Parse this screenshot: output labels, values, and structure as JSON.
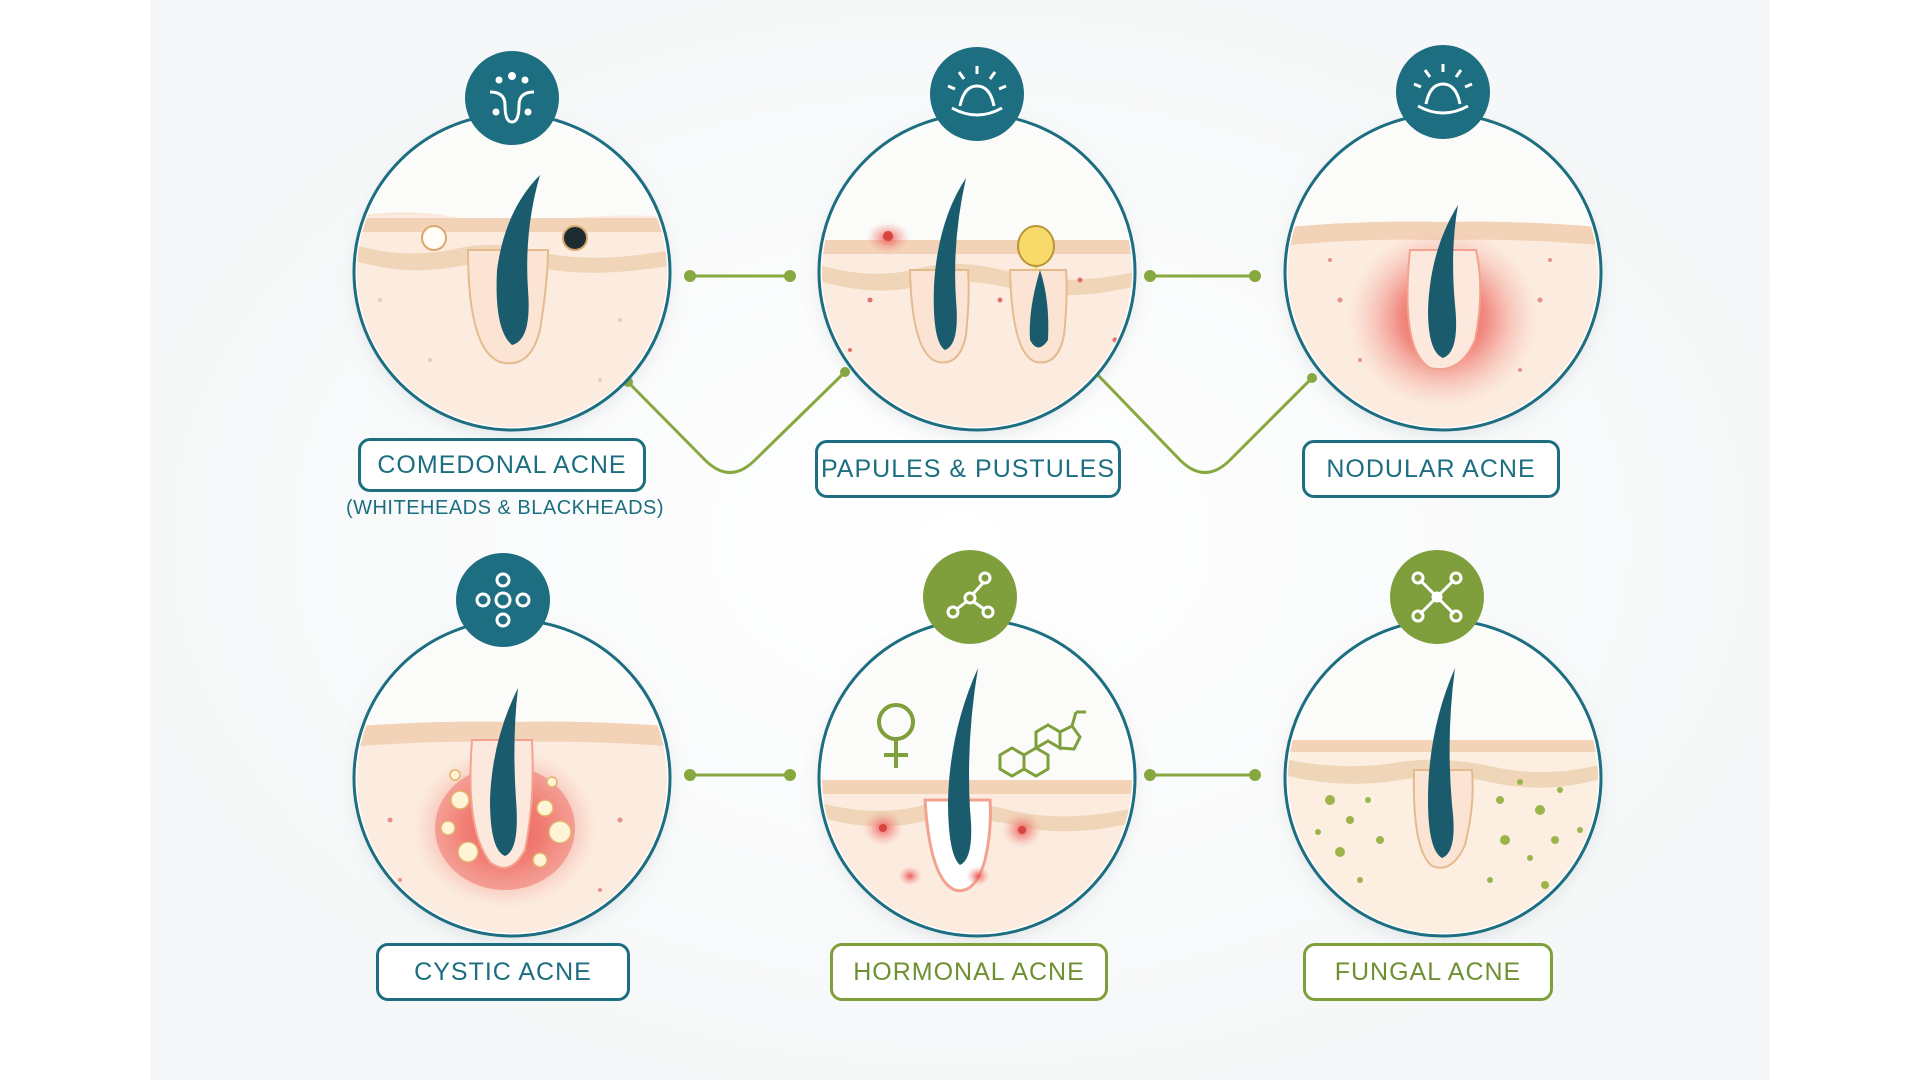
{
  "colors": {
    "teal": "#1c6e80",
    "green": "#7f9f3c",
    "skin": "#fbe9dc",
    "inflammation": "#e85a5a"
  },
  "types": [
    {
      "label": "COMEDONAL ACNE",
      "sublabel": "(WHITEHEADS & BLACKHEADS)",
      "icon": "pore-icon",
      "icon_color": "teal"
    },
    {
      "label": "PAPULES & PUSTULES",
      "icon": "inflamed-bump-icon",
      "icon_color": "teal"
    },
    {
      "label": "NODULAR ACNE",
      "icon": "inflamed-bump-icon",
      "icon_color": "teal"
    },
    {
      "label": "CYSTIC ACNE",
      "icon": "cells-cluster-icon",
      "icon_color": "teal"
    },
    {
      "label": "HORMONAL ACNE",
      "icon": "molecule-icon",
      "icon_color": "green"
    },
    {
      "label": "FUNGAL ACNE",
      "icon": "fungus-network-icon",
      "icon_color": "green"
    }
  ]
}
